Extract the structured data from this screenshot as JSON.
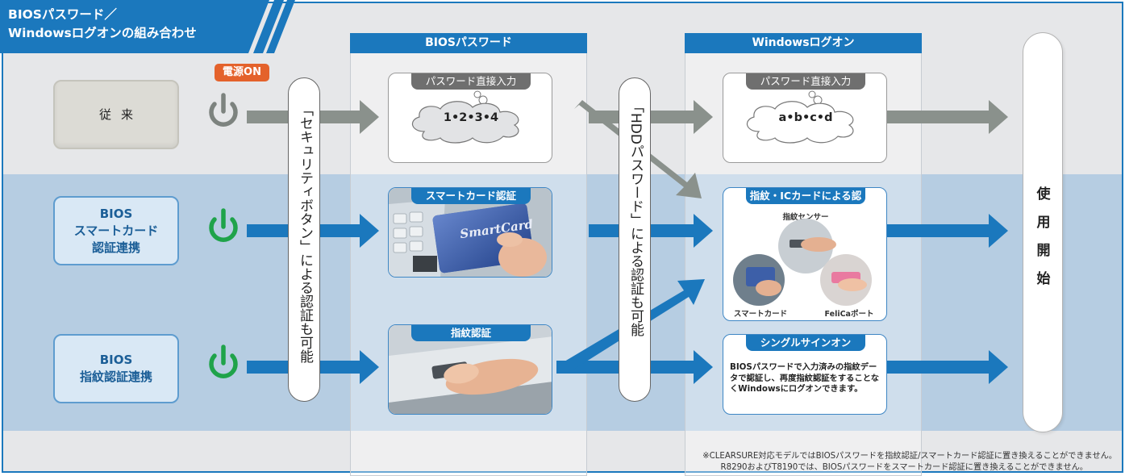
{
  "title": {
    "line1": "BIOSパスワード／",
    "line2": "Windowsログオンの組み合わせ"
  },
  "columns": {
    "bios": "BIOSパスワード",
    "windows": "Windowsログオン"
  },
  "badge": "電源ON",
  "rows": {
    "conventional": "従来",
    "smartcard": [
      "BIOS",
      "スマートカード",
      "認証連携"
    ],
    "fingerprint": [
      "BIOS",
      "指紋認証連携"
    ]
  },
  "security_pill": "「セキュリティボタン」による認証も可能",
  "hdd_pill": "「HDDパスワード」による認証も可能",
  "start_pill": [
    "使",
    "用",
    "開",
    "始"
  ],
  "bios_cards": {
    "password": {
      "title": "パスワード直接入力",
      "value": "1•2•3•4"
    },
    "smartcard": {
      "title": "スマートカード認証",
      "image_text": "SmartCard"
    },
    "fingerprint": {
      "title": "指紋認証"
    }
  },
  "windows_cards": {
    "password": {
      "title": "パスワード直接入力",
      "value": "a•b•c•d"
    },
    "ic": {
      "title": "指紋・ICカードによる認証",
      "sensor": "指紋センサー",
      "smartcard": "スマートカード",
      "felica": "FeliCaポート"
    },
    "sso": {
      "title": "シングルサインオン",
      "text": "BIOSパスワードで入力済みの指紋データで認証し、再度指紋認証をすることなくWindowsにログオンできます。"
    }
  },
  "notes": [
    "※CLEARSURE対応モデルではBIOSパスワードを指紋認証/スマートカード認証に置き換えることができません。",
    "R8290およびT8190では、BIOSパスワードをスマートカード認証に置き換えることができません。"
  ],
  "colors": {
    "accent_blue": "#1b78bd",
    "arrow_gray": "#8a918c",
    "power_gray": "#7d837f",
    "power_green": "#1fa34a",
    "badge_orange": "#e4622b",
    "band_blue": "#b6cde2"
  },
  "icons": [
    "power-icon",
    "cloud-icon",
    "arrow-right-icon"
  ]
}
